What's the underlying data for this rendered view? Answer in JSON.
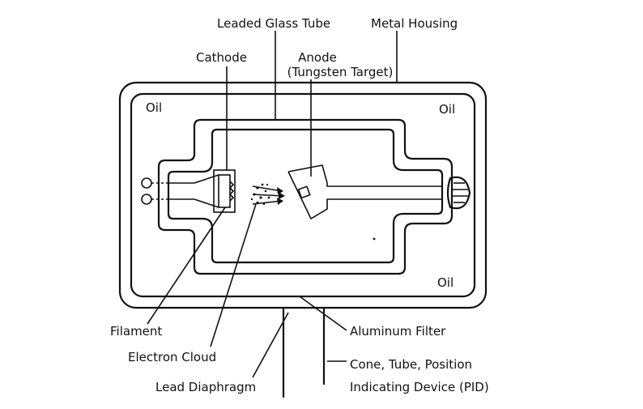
{
  "labels": {
    "leaded_glass_tube": "Leaded Glass Tube",
    "metal_housing": "Metal Housing",
    "cathode": "Cathode",
    "anode_line1": "Anode",
    "anode_line2": "(Tungsten Target)",
    "oil_top_left": "Oil",
    "oil_top_right": "Oil",
    "oil_bottom_right": "Oil",
    "filament": "Filament",
    "electron_cloud": "Electron Cloud",
    "lead_diaphragm": "Lead Diaphragm",
    "aluminum_filter": "Aluminum Filter",
    "pid_line1": "Cone, Tube, Position",
    "pid_line2": "Indicating Device (PID)"
  }
}
